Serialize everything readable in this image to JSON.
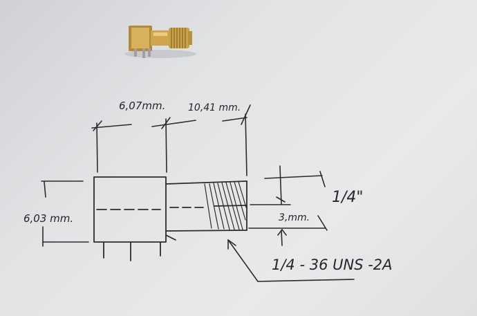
{
  "drawing": {
    "dim_body_width": "6,07mm.",
    "dim_thread_length": "10,41 mm.",
    "dim_height": "6,03 mm.",
    "dim_thread_diameter": "1/4\"",
    "dim_pin_offset": "3,mm.",
    "thread_spec": "1/4 - 36 UNS -2A"
  },
  "colors": {
    "paper": "#e4e5e7",
    "ink": "#2b2b2e",
    "connector_gold": "#c9a24a"
  },
  "icons": {
    "photo": "sma-connector-photo"
  }
}
